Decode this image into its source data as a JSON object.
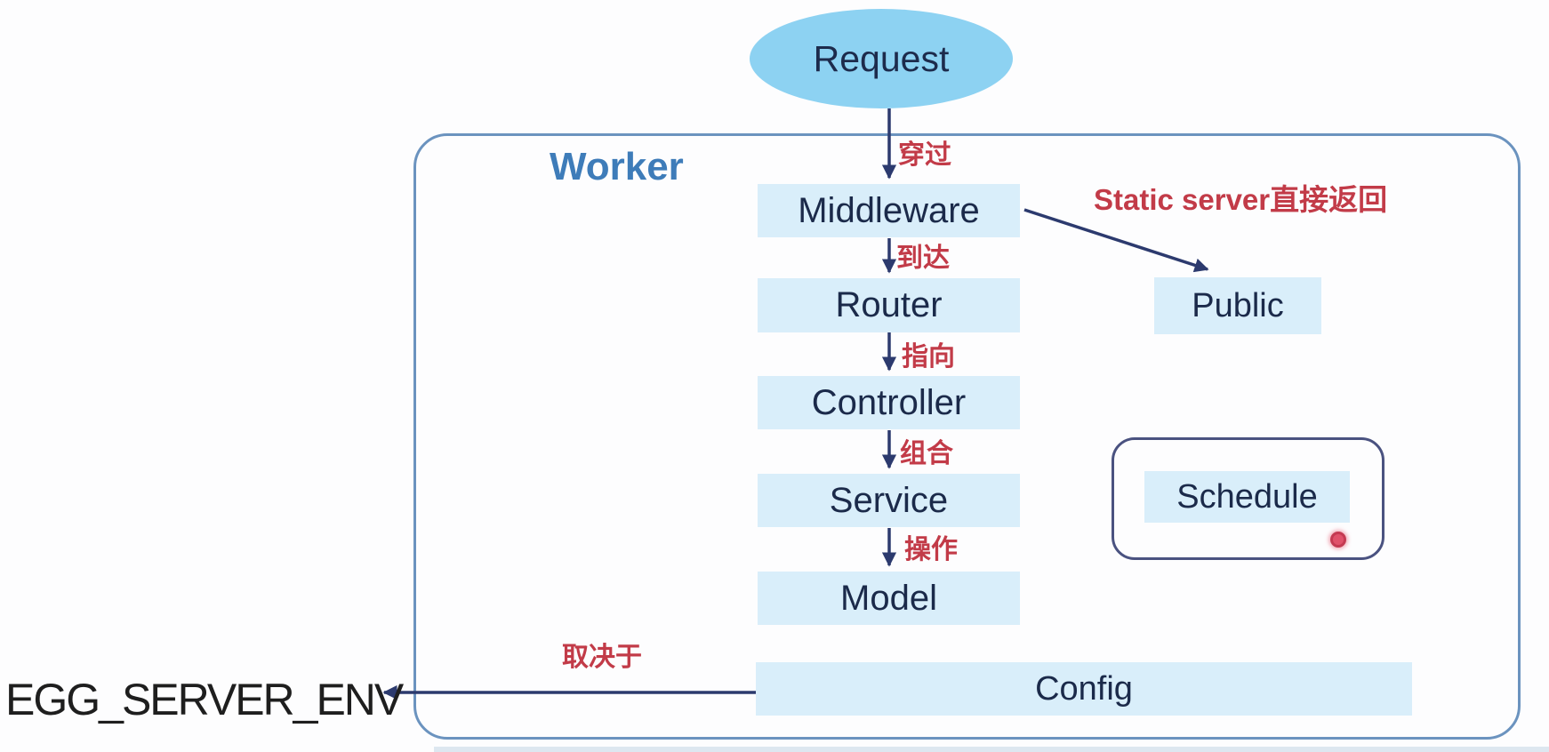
{
  "diagram": {
    "container_title": "Worker",
    "request_label": "Request",
    "nodes": {
      "middleware": "Middleware",
      "router": "Router",
      "controller": "Controller",
      "service": "Service",
      "model": "Model",
      "public": "Public",
      "schedule": "Schedule",
      "config": "Config"
    },
    "edge_labels": {
      "pass_through": "穿过",
      "arrive": "到达",
      "point_to": "指向",
      "compose": "组合",
      "operate": "操作",
      "static_server": "Static server直接返回",
      "depends_on": "取决于"
    },
    "external": {
      "env_var": "EGG_SERVER_ENV"
    },
    "colors": {
      "node_fill": "#d9eefa",
      "request_fill": "#8dd2f2",
      "worker_border": "#6b93bf",
      "schedule_border": "#4a5280",
      "arrow_navy": "#2c3a6e",
      "label_red": "#c23b48",
      "title_blue": "#3e7cb9",
      "node_text": "#1b2a4a",
      "env_text": "#1e1e1e",
      "laser_dot": "#e0516a"
    }
  }
}
